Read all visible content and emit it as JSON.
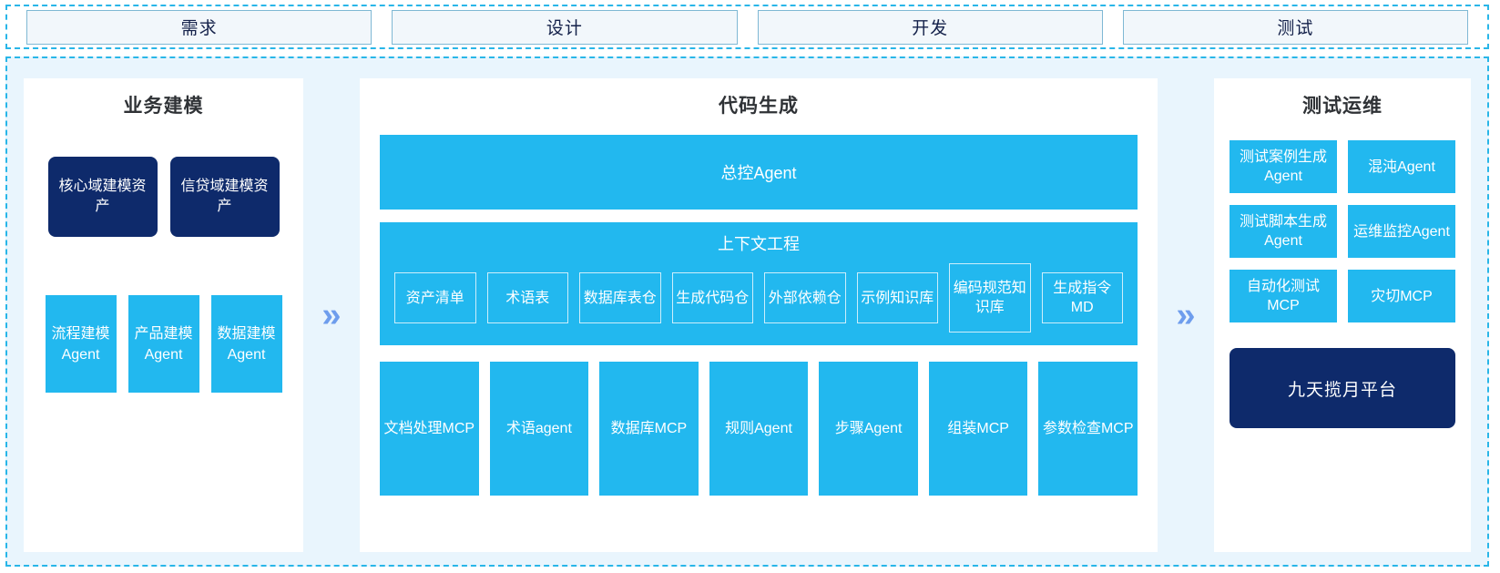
{
  "phases": [
    {
      "label": "需求"
    },
    {
      "label": "设计"
    },
    {
      "label": "开发"
    },
    {
      "label": "测试"
    }
  ],
  "colors": {
    "accent_cyan": "#22b8ef",
    "navy": "#0e2a6b",
    "panel_bg": "#e9f5fd",
    "dashed_border": "#29b6e8",
    "chevron": "#6e9ded",
    "phase_box_bg": "#f2f7fb"
  },
  "arrows": {
    "left_chevron": "»",
    "right_chevron": "»"
  },
  "business_modeling": {
    "title": "业务建模",
    "assets": [
      {
        "label": "核心域建模资产"
      },
      {
        "label": "信贷域建模资产"
      }
    ],
    "agents": [
      {
        "label": "流程建模Agent"
      },
      {
        "label": "产品建模Agent"
      },
      {
        "label": "数据建模Agent"
      }
    ]
  },
  "code_generation": {
    "title": "代码生成",
    "master_agent": "总控Agent",
    "context_engineering": {
      "title": "上下文工程",
      "items": [
        {
          "label": "资产清单",
          "tall": false
        },
        {
          "label": "术语表",
          "tall": false
        },
        {
          "label": "数据库表仓",
          "tall": false
        },
        {
          "label": "生成代码仓",
          "tall": false
        },
        {
          "label": "外部依赖仓",
          "tall": false
        },
        {
          "label": "示例知识库",
          "tall": false
        },
        {
          "label": "编码规范知识库",
          "tall": true
        },
        {
          "label": "生成指令MD",
          "tall": false
        }
      ]
    },
    "tools": [
      {
        "label": "文档处理MCP"
      },
      {
        "label": "术语agent"
      },
      {
        "label": "数据库MCP"
      },
      {
        "label": "规则Agent"
      },
      {
        "label": "步骤Agent"
      },
      {
        "label": "组装MCP"
      },
      {
        "label": "参数检查MCP"
      }
    ]
  },
  "test_ops": {
    "title": "测试运维",
    "cards": [
      {
        "label": "测试案例生成Agent"
      },
      {
        "label": "混沌Agent"
      },
      {
        "label": "测试脚本生成Agent"
      },
      {
        "label": "运维监控Agent"
      },
      {
        "label": "自动化测试MCP"
      },
      {
        "label": "灾切MCP"
      }
    ],
    "platform": "九天揽月平台"
  }
}
